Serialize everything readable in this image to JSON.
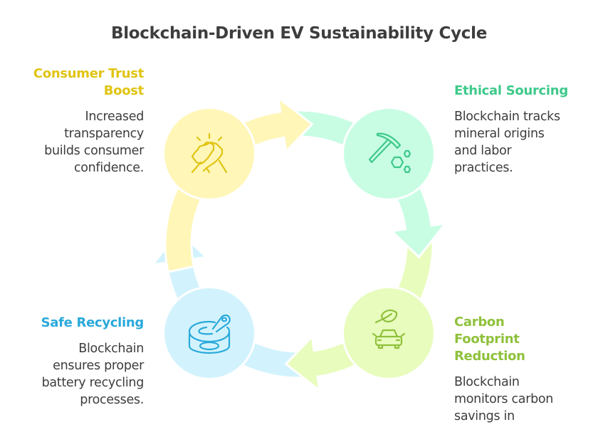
{
  "title": "Blockchain-Driven EV Sustainability Cycle",
  "colors": {
    "yellow_fill": "#fff6b8",
    "yellow_accent": "#e0c412",
    "mint_fill": "#c8fde4",
    "mint_accent": "#3ec98a",
    "lime_fill": "#e8fcbd",
    "lime_accent": "#8fc13c",
    "blue_fill": "#d2f3fd",
    "blue_accent": "#2aa9da",
    "text": "#3d3d3d"
  },
  "stages": [
    {
      "id": "consumer-trust",
      "heading_lines": [
        "Consumer Trust",
        "Boost"
      ],
      "description_lines": [
        "Increased",
        "transparency",
        "builds consumer",
        "confidence."
      ],
      "icon": "handshake-icon",
      "color": "yellow"
    },
    {
      "id": "ethical-sourcing",
      "heading_lines": [
        "Ethical Sourcing"
      ],
      "description_lines": [
        "Blockchain tracks",
        "mineral origins",
        "and labor",
        "practices."
      ],
      "icon": "pickaxe-minerals-icon",
      "color": "mint"
    },
    {
      "id": "carbon-footprint",
      "heading_lines": [
        "Carbon",
        "Footprint",
        "Reduction"
      ],
      "description_lines": [
        "Blockchain",
        "monitors carbon",
        "savings in"
      ],
      "icon": "leaf-car-icon",
      "color": "lime"
    },
    {
      "id": "safe-recycling",
      "heading_lines": [
        "Safe Recycling"
      ],
      "description_lines": [
        "Blockchain",
        "ensures proper",
        "battery recycling",
        "processes."
      ],
      "icon": "battery-can-icon",
      "color": "blue"
    }
  ]
}
